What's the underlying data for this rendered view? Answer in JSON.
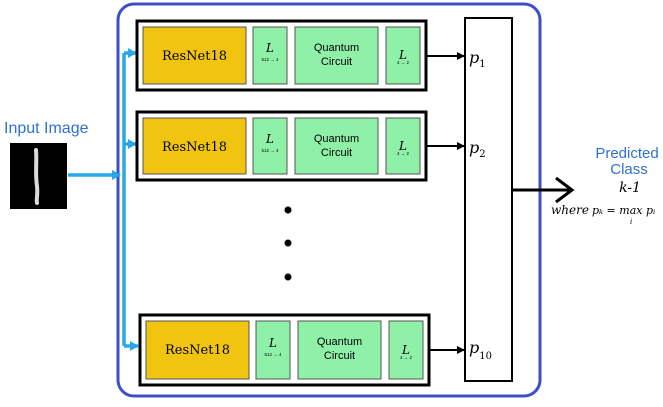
{
  "input": {
    "label": "Input Image"
  },
  "rows": [
    {
      "backbone": "ResNet18",
      "layer1_main": "L",
      "layer1_sub": "512 → 4",
      "circuit_line1": "Quantum",
      "circuit_line2": "Circuit",
      "layer2_main": "L",
      "layer2_sub": "4 → 2",
      "output_var": "p",
      "output_sub": "1"
    },
    {
      "backbone": "ResNet18",
      "layer1_main": "L",
      "layer1_sub": "512 → 4",
      "circuit_line1": "Quantum",
      "circuit_line2": "Circuit",
      "layer2_main": "L",
      "layer2_sub": "4 → 2",
      "output_var": "p",
      "output_sub": "2"
    },
    {
      "backbone": "ResNet18",
      "layer1_main": "L",
      "layer1_sub": "512 → 4",
      "circuit_line1": "Quantum",
      "circuit_line2": "Circuit",
      "layer2_main": "L",
      "layer2_sub": "4 → 2",
      "output_var": "p",
      "output_sub": "10"
    }
  ],
  "output": {
    "label_line1": "Predicted",
    "label_line2": "Class",
    "class_expr": "k-1",
    "where_word": "where",
    "condition": "pₖ = max pᵢ",
    "condition_sub": "i"
  },
  "colors": {
    "frame": "#3d4fc4",
    "arrow_blue": "#29a8e8",
    "resnet_fill": "#f1c40f",
    "layer_fill": "#8ff0a8",
    "input_label": "#2e6fd6",
    "predicted_label": "#2e6fd6"
  }
}
